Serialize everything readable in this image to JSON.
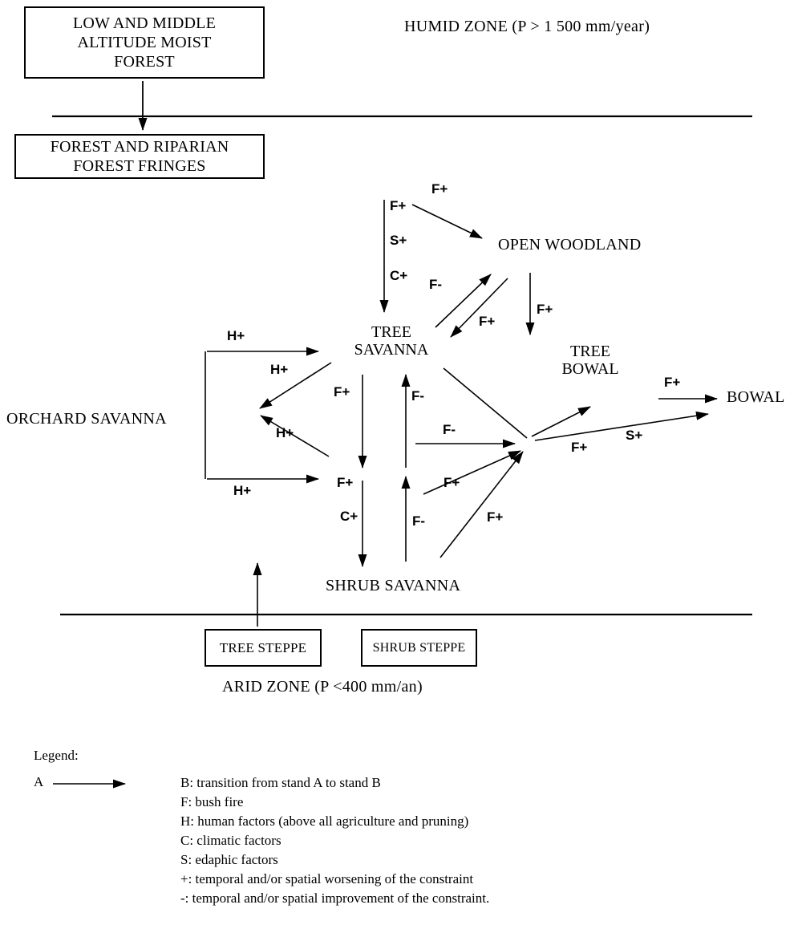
{
  "zones": {
    "humid": "HUMID ZONE (P > 1 500 mm/year)",
    "arid": "ARID ZONE (P <400 mm/an)"
  },
  "boxes": {
    "moist_forest": [
      "LOW AND MIDDLE",
      "ALTITUDE MOIST",
      "FOREST"
    ],
    "forest_fringes": [
      "FOREST AND RIPARIAN",
      "FOREST FRINGES"
    ],
    "tree_steppe": "TREE STEPPE",
    "shrub_steppe": "SHRUB STEPPE"
  },
  "nodes": {
    "open_woodland": "OPEN WOODLAND",
    "tree_savanna": [
      "TREE",
      "SAVANNA"
    ],
    "tree_bowal": [
      "TREE",
      "BOWAL"
    ],
    "orchard_savanna": "ORCHARD SAVANNA",
    "bowal": "BOWAL",
    "shrub_savanna": "SHRUB SAVANNA"
  },
  "edge_labels": {
    "into_open_woodland": "F+",
    "column_fire": "F+",
    "column_edaphic": "S+",
    "column_climatic": "C+",
    "savanna_to_woodland": "F-",
    "woodland_to_savanna": "F+",
    "woodland_to_tree_bowal": "F+",
    "human_top": "H+",
    "human_mid_upper": "H+",
    "human_mid_lower": "H+",
    "human_bottom": "H+",
    "tree_savanna_down_fire": "F+",
    "up_to_tree_savanna": "F-",
    "mid_fire_minus": "F-",
    "mid_fire_plus": "F+",
    "down_to_shrub_fire": "F+",
    "down_to_shrub_climate": "C+",
    "up_from_shrub": "F-",
    "shrub_to_bowal": "F+",
    "to_bowal_fire": "F+",
    "to_bowal_edaphic": "S+",
    "into_bowal": "F+"
  },
  "legend": {
    "title": "Legend:",
    "example_source": "A",
    "items": [
      "B: transition from stand A to stand B",
      "F: bush fire",
      "H: human factors (above all agriculture and pruning)",
      "C: climatic factors",
      "S: edaphic factors",
      "+: temporal and/or spatial worsening of the constraint",
      "-: temporal and/or spatial improvement of the constraint."
    ]
  }
}
